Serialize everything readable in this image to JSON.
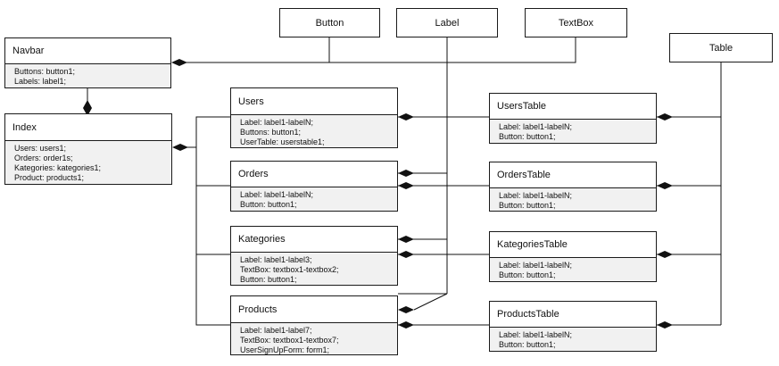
{
  "simple_classes": {
    "button": "Button",
    "label": "Label",
    "textbox": "TextBox",
    "table": "Table"
  },
  "classes": {
    "navbar": {
      "title": "Navbar",
      "attributes": [
        "Buttons: button1;",
        "Labels: label1;"
      ]
    },
    "index": {
      "title": "Index",
      "attributes": [
        "Users: users1;",
        "Orders: order1s;",
        "Kategories: kategories1;",
        "Product: products1;"
      ]
    },
    "users": {
      "title": "Users",
      "attributes": [
        "Label: label1-labelN;",
        "Buttons: button1;",
        "UserTable: userstable1;"
      ]
    },
    "orders": {
      "title": "Orders",
      "attributes": [
        "Label: label1-labelN;",
        "Button: button1;"
      ]
    },
    "kategories": {
      "title": "Kategories",
      "attributes": [
        "Label: label1-label3;",
        "TextBox: textbox1-textbox2;",
        "Button: button1;"
      ]
    },
    "products": {
      "title": "Products",
      "attributes": [
        "Label: label1-label7;",
        "TextBox: textbox1-textbox7;",
        "UserSignUpForm: form1;"
      ]
    },
    "users_table": {
      "title": "UsersTable",
      "attributes": [
        "Label: label1-labelN;",
        "Button: button1;"
      ]
    },
    "orders_table": {
      "title": "OrdersTable",
      "attributes": [
        "Label: label1-labelN;",
        "Button: button1;"
      ]
    },
    "kategories_table": {
      "title": "KategoriesTable",
      "attributes": [
        "Label: label1-labelN;",
        "Button: button1;"
      ]
    },
    "products_table": {
      "title": "ProductsTable",
      "attributes": [
        "Label: label1-labelN;",
        "Button: button1;"
      ]
    }
  }
}
